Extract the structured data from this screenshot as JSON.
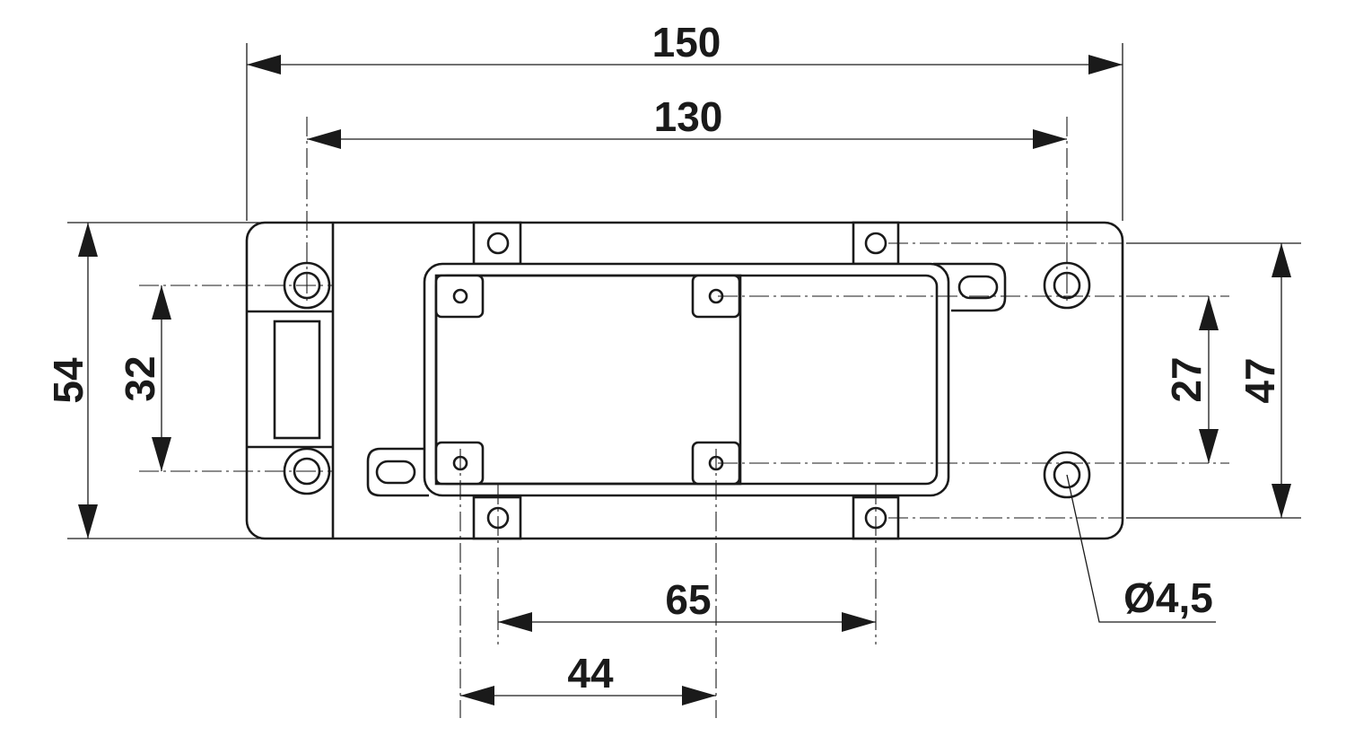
{
  "dimensions": {
    "width_overall": "150",
    "hole_spacing_x": "130",
    "height_overall": "54",
    "hole_spacing_y_left": "32",
    "hole_spacing_y_right": "27",
    "height_inner": "47",
    "tab_spacing_outer": "65",
    "tab_spacing_inner": "44",
    "hole_diameter": "Ø4,5"
  }
}
